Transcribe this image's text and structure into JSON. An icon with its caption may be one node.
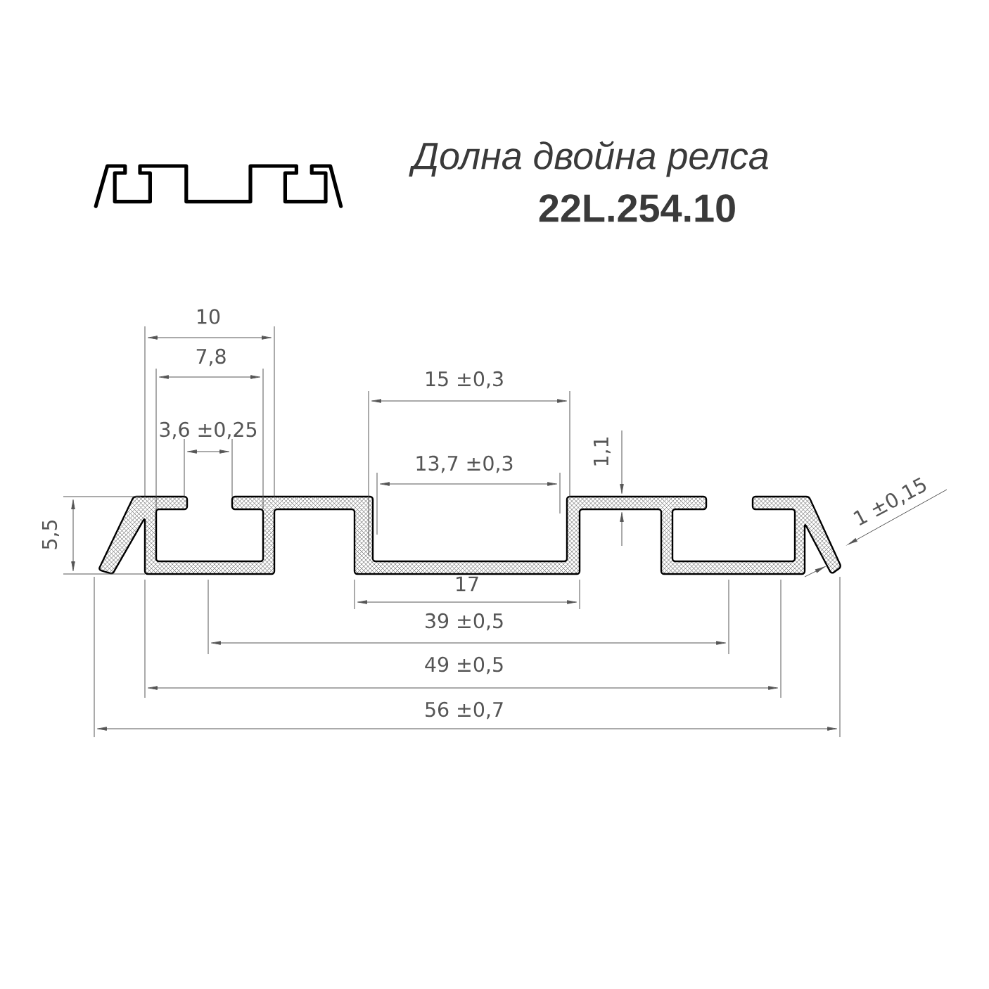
{
  "diagram": {
    "title": "Долна двойна релса",
    "labels": [
      "22L.254.10",
      "10",
      "7,8",
      "15 ±0,3",
      "3,6 ±0,25",
      "1,1",
      "13,7 ±0,3",
      "5,5",
      "1 ±0,15",
      "17",
      "39 ±0,5",
      "49 ±0,5",
      "56 ±0,7"
    ]
  }
}
